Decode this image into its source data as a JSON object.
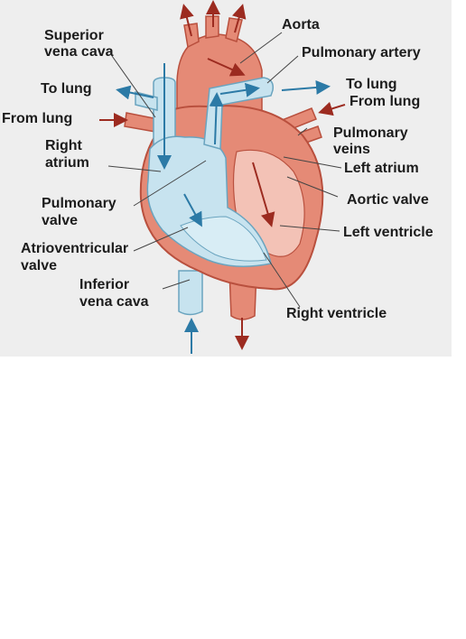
{
  "diagram": {
    "colors": {
      "background": "#eeeeee",
      "oxygenated": "#e58a76",
      "oxygenated_edge": "#b9503e",
      "deoxygenated": "#c7e3ef",
      "deoxygenated_edge": "#6aa4bf",
      "arrow_red": "#9c2b20",
      "arrow_blue": "#2c7aa6",
      "leader": "#444444"
    },
    "labels": {
      "aorta": "Aorta",
      "superior_vena_cava_1": "Superior",
      "superior_vena_cava_2": "vena cava",
      "pulmonary_artery": "Pulmonary artery",
      "to_lung_left": "To lung",
      "to_lung_right": "To lung",
      "from_lung_left": "From lung",
      "from_lung_right": "From lung",
      "pulmonary_veins_1": "Pulmonary",
      "pulmonary_veins_2": "veins",
      "right_atrium_1": "Right",
      "right_atrium_2": "atrium",
      "left_atrium": "Left atrium",
      "aortic_valve": "Aortic valve",
      "pulmonary_valve_1": "Pulmonary",
      "pulmonary_valve_2": "valve",
      "left_ventricle": "Left ventricle",
      "atrioventricular_valve_1": "Atrioventricular",
      "atrioventricular_valve_2": "valve",
      "inferior_vena_cava_1": "Inferior",
      "inferior_vena_cava_2": "vena cava",
      "right_ventricle": "Right ventricle"
    }
  }
}
